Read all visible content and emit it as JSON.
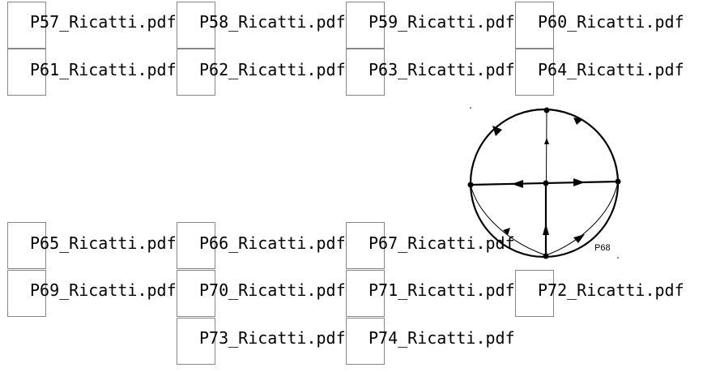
{
  "row1": [
    "P57_Ricatti.pdf",
    "P58_Ricatti.pdf",
    "P59_Ricatti.pdf",
    "P60_Ricatti.pdf"
  ],
  "row2": [
    "P61_Ricatti.pdf",
    "P62_Ricatti.pdf",
    "P63_Ricatti.pdf",
    "P64_Ricatti.pdf"
  ],
  "row3": [
    "P65_Ricatti.pdf",
    "P66_Ricatti.pdf",
    "P67_Ricatti.pdf"
  ],
  "row4": [
    "P69_Ricatti.pdf",
    "P70_Ricatti.pdf",
    "P71_Ricatti.pdf",
    "P72_Ricatti.pdf"
  ],
  "row5": [
    "P73_Ricatti.pdf",
    "P74_Ricatti.pdf"
  ],
  "diagram": {
    "page_label": "P68"
  }
}
